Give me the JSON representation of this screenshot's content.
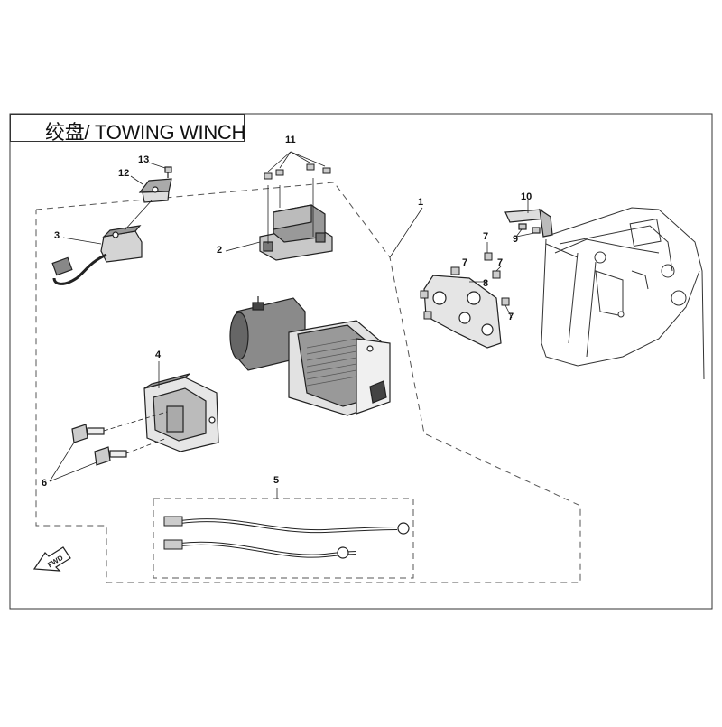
{
  "title": "绞盘/ TOWING WINCH",
  "callouts": {
    "c1": "1",
    "c2": "2",
    "c3": "3",
    "c4": "4",
    "c5": "5",
    "c6": "6",
    "c7a": "7",
    "c7b": "7",
    "c7c": "7",
    "c7d": "7",
    "c8": "8",
    "c9": "9",
    "c10": "10",
    "c11": "11",
    "c12": "12",
    "c13": "13"
  },
  "fwd_label": "FWD",
  "colors": {
    "line": "#222222",
    "dash": "#555555",
    "border": "#333333"
  }
}
